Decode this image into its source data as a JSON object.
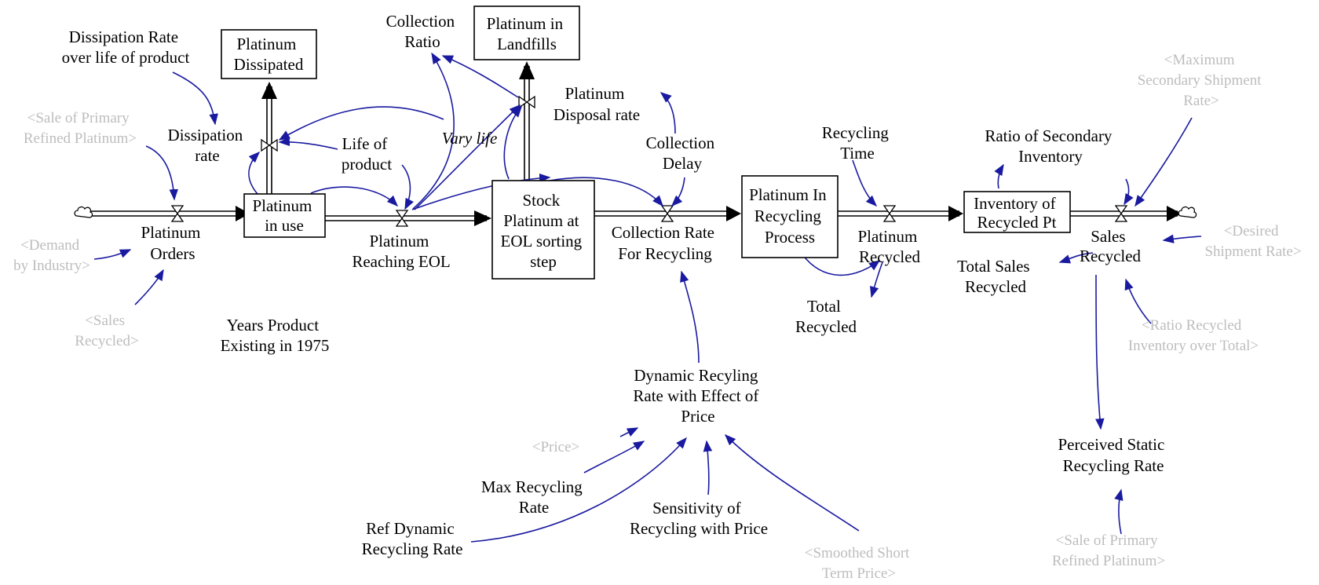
{
  "stocks": {
    "platinum_dissipated": [
      "Platinum",
      "Dissipated"
    ],
    "platinum_in_landfills": [
      "Platinum in",
      "Landfills"
    ],
    "platinum_in_use": [
      "Platinum",
      "in use"
    ],
    "stock_platinum_eol": [
      "Stock",
      "Platinum at",
      "EOL sorting",
      "step"
    ],
    "platinum_in_recycling_process": [
      "Platinum In",
      "Recycling",
      "Process"
    ],
    "inventory_recycled_pt": [
      "Inventory of",
      "Recycled Pt"
    ]
  },
  "flows": {
    "platinum_orders": [
      "Platinum",
      "Orders"
    ],
    "dissipation_rate": [
      "Dissipation",
      "rate"
    ],
    "platinum_reaching_eol": [
      "Platinum",
      "Reaching EOL"
    ],
    "platinum_disposal_rate": [
      "Platinum",
      "Disposal rate"
    ],
    "collection_rate_for_recycling": [
      "Collection Rate",
      "For Recycling"
    ],
    "platinum_recycled": [
      "Platinum",
      "Recycled"
    ],
    "sales_recycled": [
      "Sales",
      "Recycled"
    ]
  },
  "variables": {
    "dissipation_rate_over_life": [
      "Dissipation Rate",
      "over life of product"
    ],
    "collection_ratio": [
      "Collection",
      "Ratio"
    ],
    "life_of_product": [
      "Life of",
      "product"
    ],
    "vary_life": [
      "Vary life"
    ],
    "collection_delay": [
      "Collection",
      "Delay"
    ],
    "recycling_time": [
      "Recycling",
      "Time"
    ],
    "ratio_of_secondary_inventory": [
      "Ratio of Secondary",
      "Inventory"
    ],
    "total_recycled": [
      "Total",
      "Recycled"
    ],
    "total_sales_recycled": [
      "Total Sales",
      "Recycled"
    ],
    "years_product_existing": [
      "Years Product",
      "Existing in 1975"
    ],
    "dynamic_recycling_rate": [
      "Dynamic Recyling",
      "Rate with Effect of",
      "Price"
    ],
    "max_recycling_rate": [
      "Max Recycling",
      "Rate"
    ],
    "sensitivity_recycling_price": [
      "Sensitivity of",
      "Recycling with Price"
    ],
    "ref_dynamic_recycling_rate": [
      "Ref Dynamic",
      "Recycling Rate"
    ],
    "perceived_static_recycling_rate": [
      "Perceived Static",
      "Recycling Rate"
    ]
  },
  "shadow_variables": {
    "sale_primary_refined_left": [
      "<Sale of Primary",
      "Refined Platinum>"
    ],
    "demand_by_industry": [
      "<Demand",
      "by Industry>"
    ],
    "sales_recycled_shadow": [
      "<Sales",
      "Recycled>"
    ],
    "maximum_secondary_shipment": [
      "<Maximum",
      "Secondary Shipment",
      "Rate>"
    ],
    "desired_shipment_rate": [
      "<Desired",
      "Shipment Rate>"
    ],
    "ratio_recycled_inventory": [
      "<Ratio Recycled",
      "Inventory over Total>"
    ],
    "price": [
      "<Price>"
    ],
    "smoothed_short_term_price": [
      "<Smoothed Short",
      "Term Price>"
    ],
    "sale_primary_refined_right": [
      "<Sale of Primary",
      "Refined Platinum>"
    ]
  },
  "colors": {
    "stock_border": "#000000",
    "link_arrow": "#1a1aa0",
    "shadow_text": "#bdbdbd",
    "text": "#000000"
  }
}
